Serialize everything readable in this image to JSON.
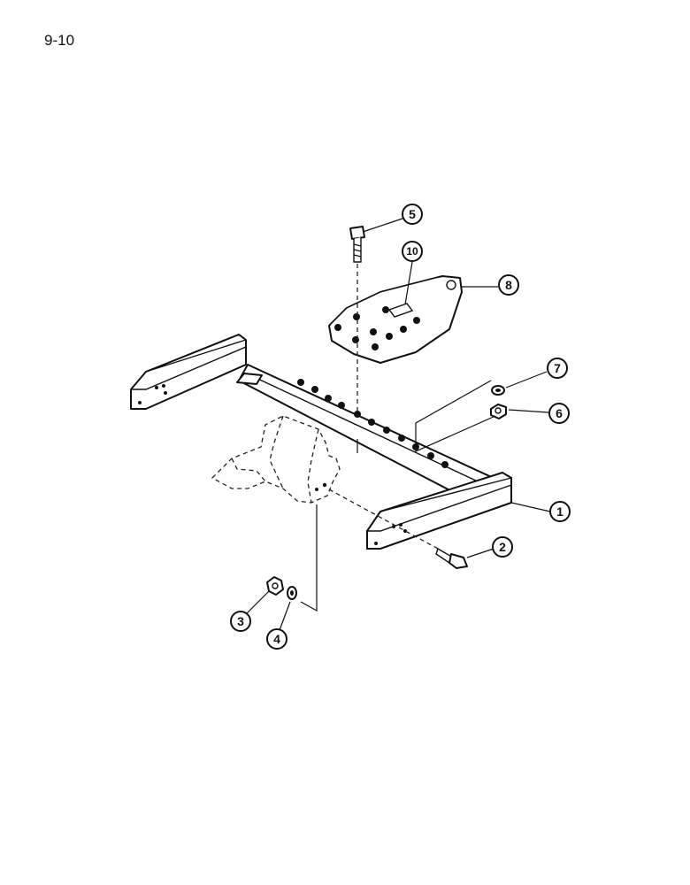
{
  "page": {
    "number": "9-10"
  },
  "callouts": [
    {
      "label": "1",
      "part": "drawbar"
    },
    {
      "label": "2",
      "part": "bolt"
    },
    {
      "label": "3",
      "part": "nut"
    },
    {
      "label": "4",
      "part": "washer"
    },
    {
      "label": "5",
      "part": "bolt"
    },
    {
      "label": "6",
      "part": "nut"
    },
    {
      "label": "7",
      "part": "washer"
    },
    {
      "label": "8",
      "part": "plate"
    },
    {
      "label": "10",
      "part": "decal"
    }
  ]
}
